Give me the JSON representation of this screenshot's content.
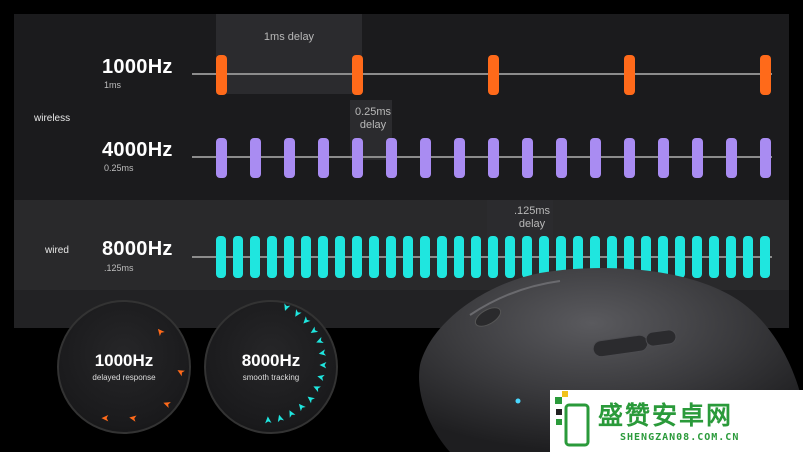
{
  "rows": [
    {
      "side_label": "",
      "hz": "1000Hz",
      "ms": "1ms",
      "color": "#ff6a1a"
    },
    {
      "side_label": "wireless",
      "hz": "4000Hz",
      "ms": "0.25ms",
      "color": "#a98cf2"
    },
    {
      "side_label": "wired",
      "hz": "8000Hz",
      "ms": ".125ms",
      "color": "#1fe6df"
    }
  ],
  "delays": {
    "d1": "1ms delay",
    "d2": "0.25ms delay",
    "d3": ".125ms delay"
  },
  "circles": {
    "left": {
      "hz": "1000Hz",
      "sub": "delayed response",
      "arrow_color": "#ff6a1a"
    },
    "right": {
      "hz": "8000Hz",
      "sub": "smooth tracking",
      "arrow_color": "#1fe6df"
    }
  },
  "watermark": {
    "title": "盛赞安卓网",
    "url": "SHENGZAN08.COM.CN"
  }
}
